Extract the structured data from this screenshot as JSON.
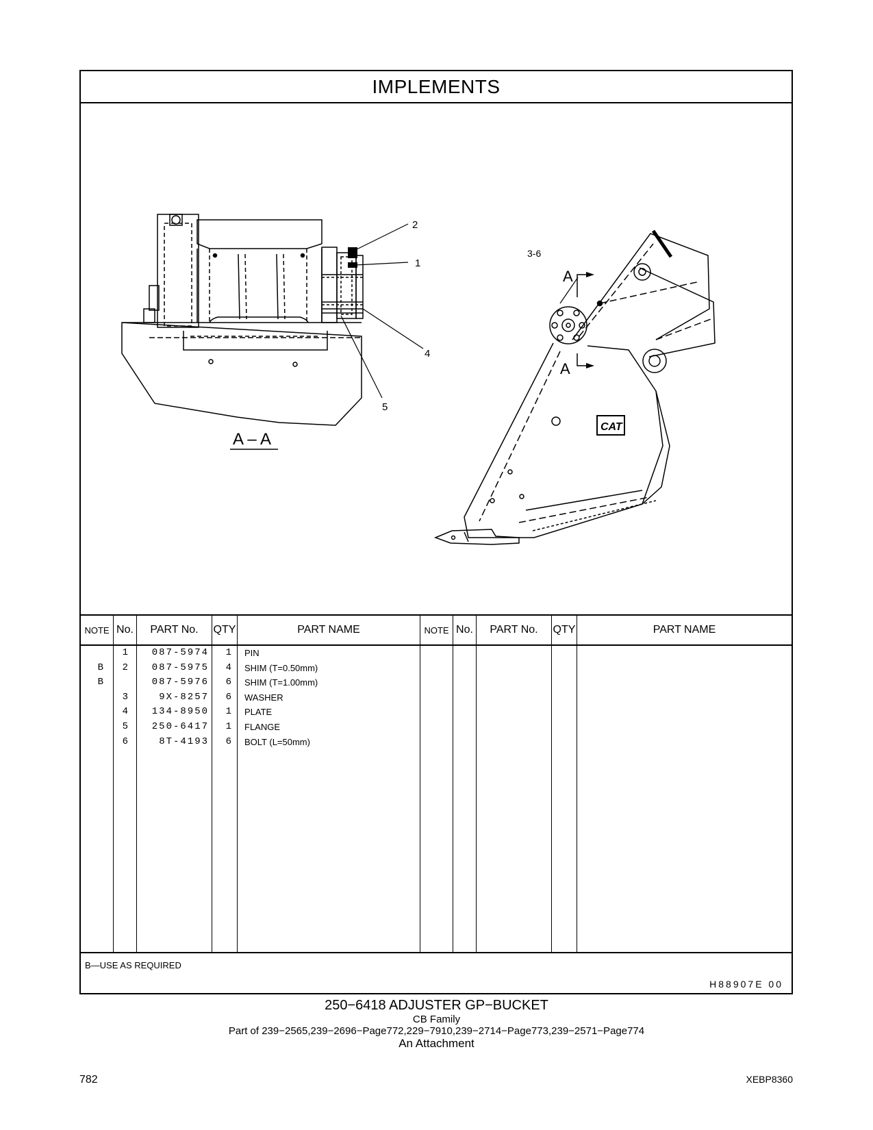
{
  "section_title": "IMPLEMENTS",
  "view_label": "A – A",
  "callouts": {
    "c1": "1",
    "c2": "2",
    "c4": "4",
    "c5": "5",
    "c36": "3-6",
    "arrow_top": "A",
    "arrow_bottom": "A"
  },
  "logo_text": "CAT",
  "headers": {
    "note": "NOTE",
    "no": "No.",
    "part_no": "PART No.",
    "qty": "QTY",
    "part_name": "PART NAME"
  },
  "parts": [
    {
      "note": "",
      "no": "1",
      "part_no": "087-5974",
      "qty": "1",
      "name": "PIN"
    },
    {
      "note": "B",
      "no": "2",
      "part_no": "087-5975",
      "qty": "4",
      "name": "SHIM (T=0.50mm)"
    },
    {
      "note": "B",
      "no": "",
      "part_no": "087-5976",
      "qty": "6",
      "name": "SHIM (T=1.00mm)"
    },
    {
      "note": "",
      "no": "3",
      "part_no": "9X-8257",
      "qty": "6",
      "name": "WASHER"
    },
    {
      "note": "",
      "no": "4",
      "part_no": "134-8950",
      "qty": "1",
      "name": "PLATE"
    },
    {
      "note": "",
      "no": "5",
      "part_no": "250-6417",
      "qty": "1",
      "name": "FLANGE"
    },
    {
      "note": "",
      "no": "6",
      "part_no": "8T-4193",
      "qty": "6",
      "name": "BOLT (L=50mm)"
    }
  ],
  "footnote": "B—USE AS REQUIRED",
  "drawing_number": "H88907E  00",
  "caption": {
    "title": "250−6418   ADJUSTER  GP−BUCKET",
    "family": "CB  Family",
    "part_of": "Part of 239−2565,239−2696−Page772,229−7910,239−2714−Page773,239−2571−Page774",
    "attachment": "An Attachment"
  },
  "page_number": "782",
  "book_number": "XEBP8360"
}
